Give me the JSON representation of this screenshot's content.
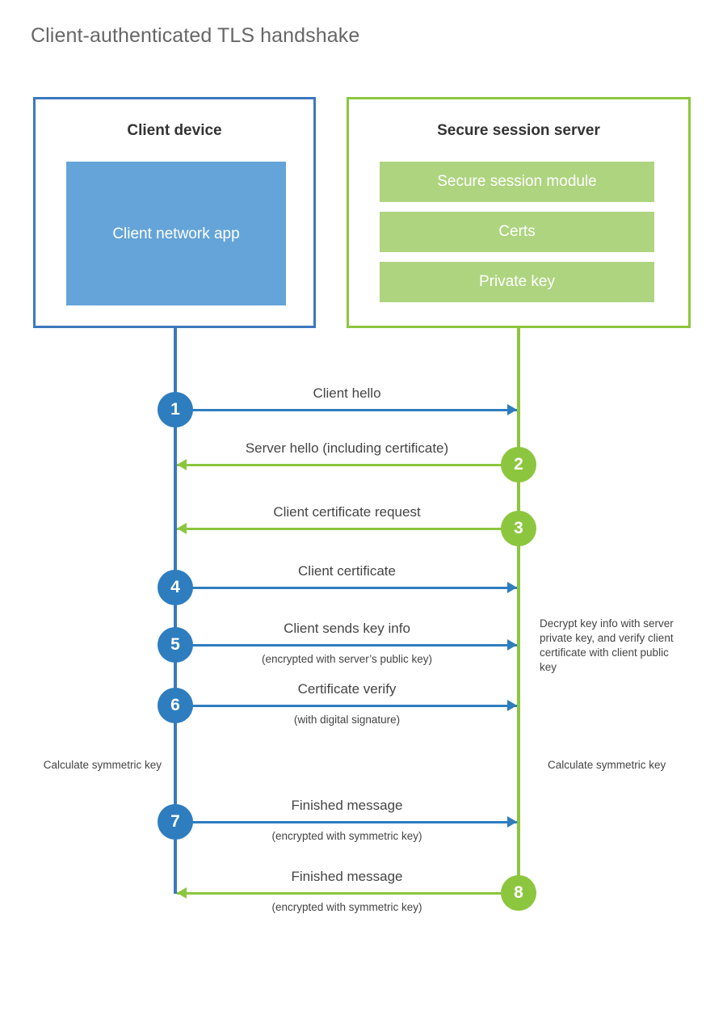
{
  "title": "Client-authenticated TLS handshake",
  "colors": {
    "client_blue": "#2e7dbf",
    "client_border_blue": "#3c78be",
    "client_app_fill": "#64a4d8",
    "server_green": "#8cc63e",
    "server_bar_fill": "#aed47f",
    "text_gray": "#444444",
    "title_gray": "#666666"
  },
  "client": {
    "title": "Client device",
    "app_label": "Client network app"
  },
  "server": {
    "title": "Secure session server",
    "bars": [
      {
        "label": "Secure session module"
      },
      {
        "label": "Certs"
      },
      {
        "label": "Private key"
      }
    ]
  },
  "steps": [
    {
      "number": "1",
      "label": "Client hello",
      "sublabel": "",
      "direction": "client-to-server",
      "color": "blue"
    },
    {
      "number": "2",
      "label": "Server hello (including certificate)",
      "sublabel": "",
      "direction": "server-to-client",
      "color": "green"
    },
    {
      "number": "3",
      "label": "Client certificate request",
      "sublabel": "",
      "direction": "server-to-client",
      "color": "green"
    },
    {
      "number": "4",
      "label": "Client certificate",
      "sublabel": "",
      "direction": "client-to-server",
      "color": "blue"
    },
    {
      "number": "5",
      "label": "Client sends key info",
      "sublabel": "(encrypted with server’s public key)",
      "direction": "client-to-server",
      "color": "blue"
    },
    {
      "number": "6",
      "label": "Certificate verify",
      "sublabel": "(with digital signature)",
      "direction": "client-to-server",
      "color": "blue"
    },
    {
      "number": "7",
      "label": "Finished message",
      "sublabel": "(encrypted with symmetric key)",
      "direction": "client-to-server",
      "color": "blue"
    },
    {
      "number": "8",
      "label": "Finished message",
      "sublabel": "(encrypted with symmetric key)",
      "direction": "server-to-client",
      "color": "green"
    }
  ],
  "notes": {
    "server_decrypt": "Decrypt key info with server private key, and verify client certificate with client public key",
    "client_calculate": "Calculate symmetric key",
    "server_calculate": "Calculate symmetric key"
  }
}
